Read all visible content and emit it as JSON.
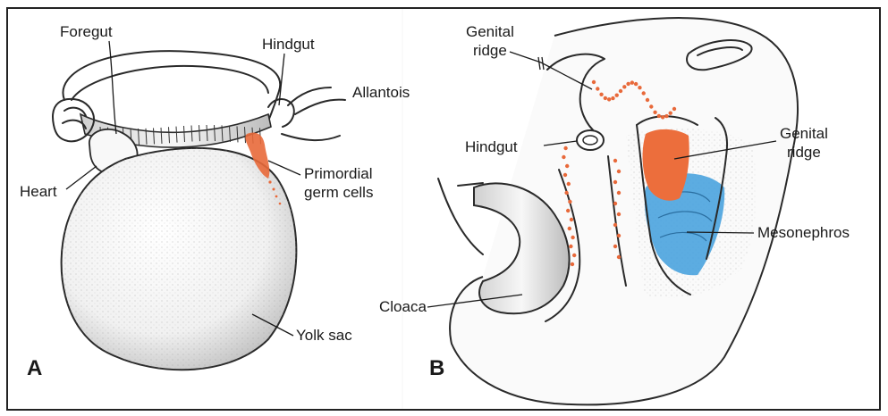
{
  "colors": {
    "germ_cells": "#e8693a",
    "genital_ridge": "#ec6e3c",
    "mesonephros": "#4aa3de",
    "frame": "#222222"
  },
  "panel_a": {
    "letter": "A",
    "labels": {
      "foregut": "Foregut",
      "hindgut": "Hindgut",
      "allantois": "Allantois",
      "heart": "Heart",
      "primordial_line1": "Primordial",
      "primordial_line2": "germ cells",
      "yolk_sac": "Yolk sac"
    }
  },
  "panel_b": {
    "letter": "B",
    "labels": {
      "genital_ridge_left_line1": "Genital",
      "genital_ridge_left_line2": "ridge",
      "hindgut": "Hindgut",
      "genital_ridge_right_line1": "Genital",
      "genital_ridge_right_line2": "ridge",
      "mesonephros": "Mesonephros",
      "cloaca": "Cloaca"
    }
  }
}
